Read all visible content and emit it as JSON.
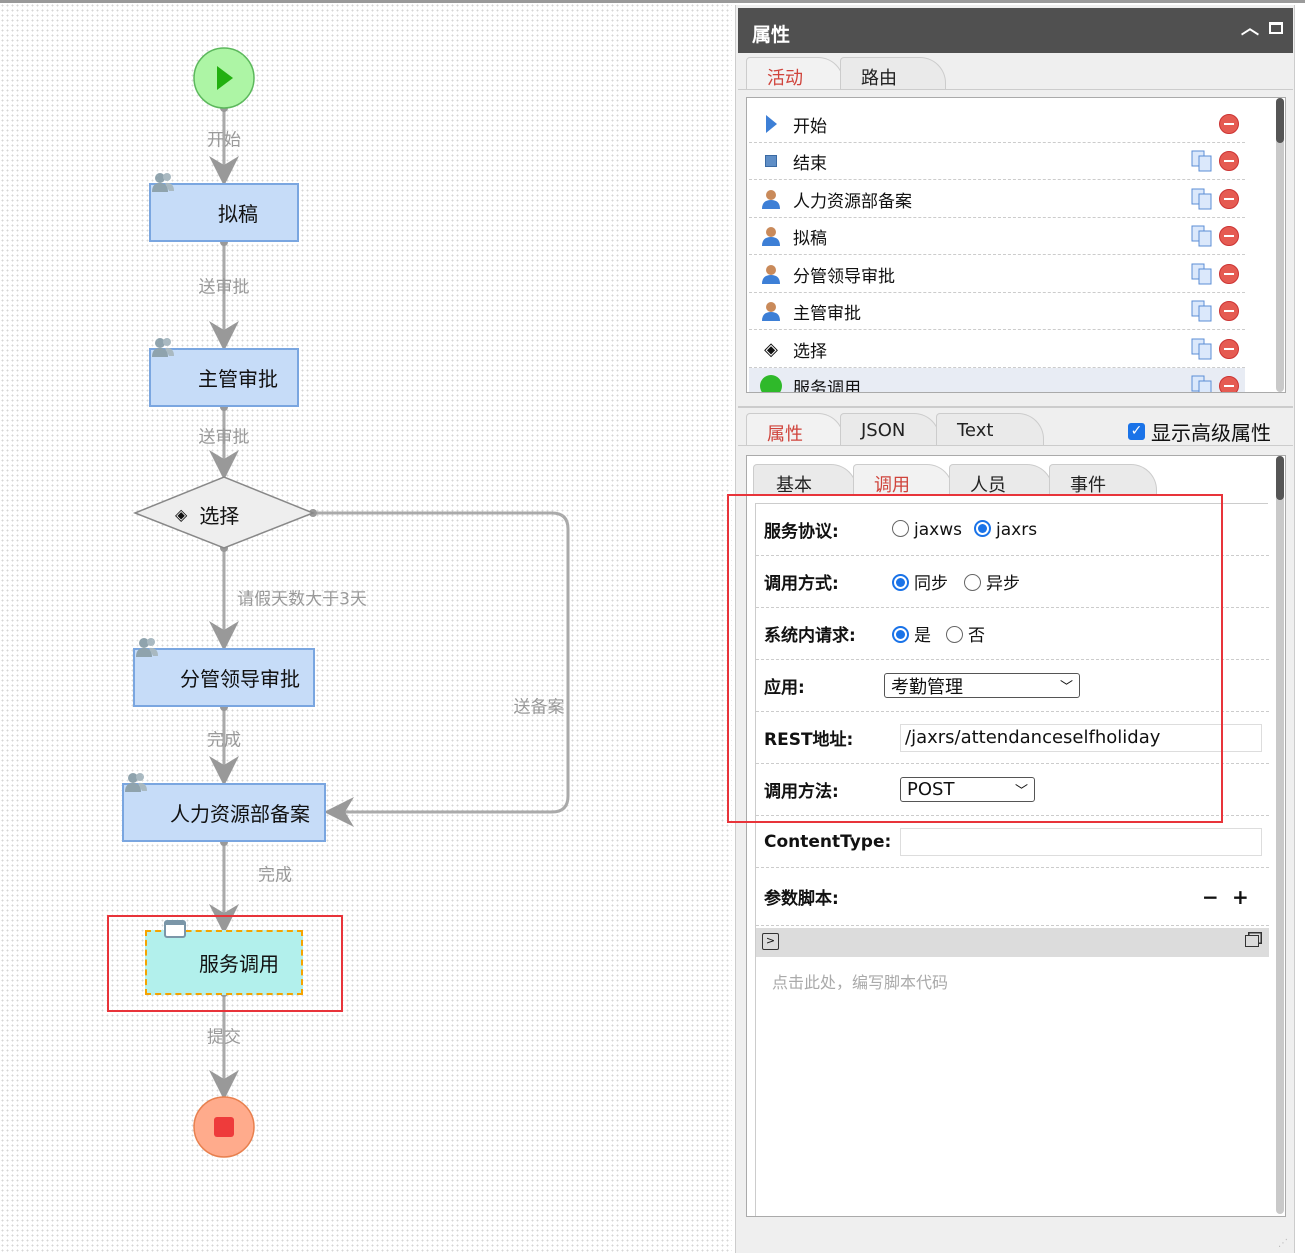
{
  "diagram": {
    "nodes": {
      "start": "开始",
      "draft": "拟稿",
      "manager": "主管审批",
      "choice": "选择",
      "leader": "分管领导审批",
      "hr": "人力资源部备案",
      "service": "服务调用",
      "end": "结束"
    },
    "edges": {
      "e1": "开始",
      "e2": "送审批",
      "e3": "送审批",
      "e4": "请假天数大于3天",
      "e5": "送备案",
      "e6": "完成",
      "e7": "完成",
      "e8": "提交"
    }
  },
  "panel": {
    "title": "属性",
    "top_tabs": [
      "活动",
      "路由"
    ],
    "activities": [
      {
        "name": "开始",
        "icon": "play-icon"
      },
      {
        "name": "结束",
        "icon": "stop-square-icon"
      },
      {
        "name": "人力资源部备案",
        "icon": "user-icon"
      },
      {
        "name": "拟稿",
        "icon": "user-icon"
      },
      {
        "name": "分管领导审批",
        "icon": "user-icon"
      },
      {
        "name": "主管审批",
        "icon": "user-icon"
      },
      {
        "name": "选择",
        "icon": "choice-icon"
      },
      {
        "name": "服务调用",
        "icon": "service-icon"
      }
    ],
    "prop_tabs": [
      "属性",
      "JSON",
      "Text"
    ],
    "advanced_label": "显示高级属性",
    "advanced_checked": true,
    "sub_tabs": [
      "基本",
      "调用",
      "人员",
      "事件"
    ],
    "form": {
      "protocol": {
        "label": "服务协议:",
        "options": [
          "jaxws",
          "jaxrs"
        ],
        "selected": "jaxrs"
      },
      "mode": {
        "label": "调用方式:",
        "options": [
          "同步",
          "异步"
        ],
        "selected": "同步"
      },
      "internal": {
        "label": "系统内请求:",
        "options": [
          "是",
          "否"
        ],
        "selected": "是"
      },
      "app": {
        "label": "应用:",
        "value": "考勤管理"
      },
      "rest": {
        "label": "REST地址:",
        "value": "/jaxrs/attendanceselfholiday"
      },
      "method": {
        "label": "调用方法:",
        "value": "POST"
      },
      "content_type": {
        "label": "ContentType:",
        "value": ""
      },
      "script": {
        "label": "参数脚本:",
        "placeholder": "点击此处，编写脚本代码"
      }
    }
  },
  "colors": {
    "accent_red": "#e8343a",
    "tab_active": "#d0443c",
    "node_fill": "#c6dcf8",
    "service_fill": "#b2f0ec"
  }
}
